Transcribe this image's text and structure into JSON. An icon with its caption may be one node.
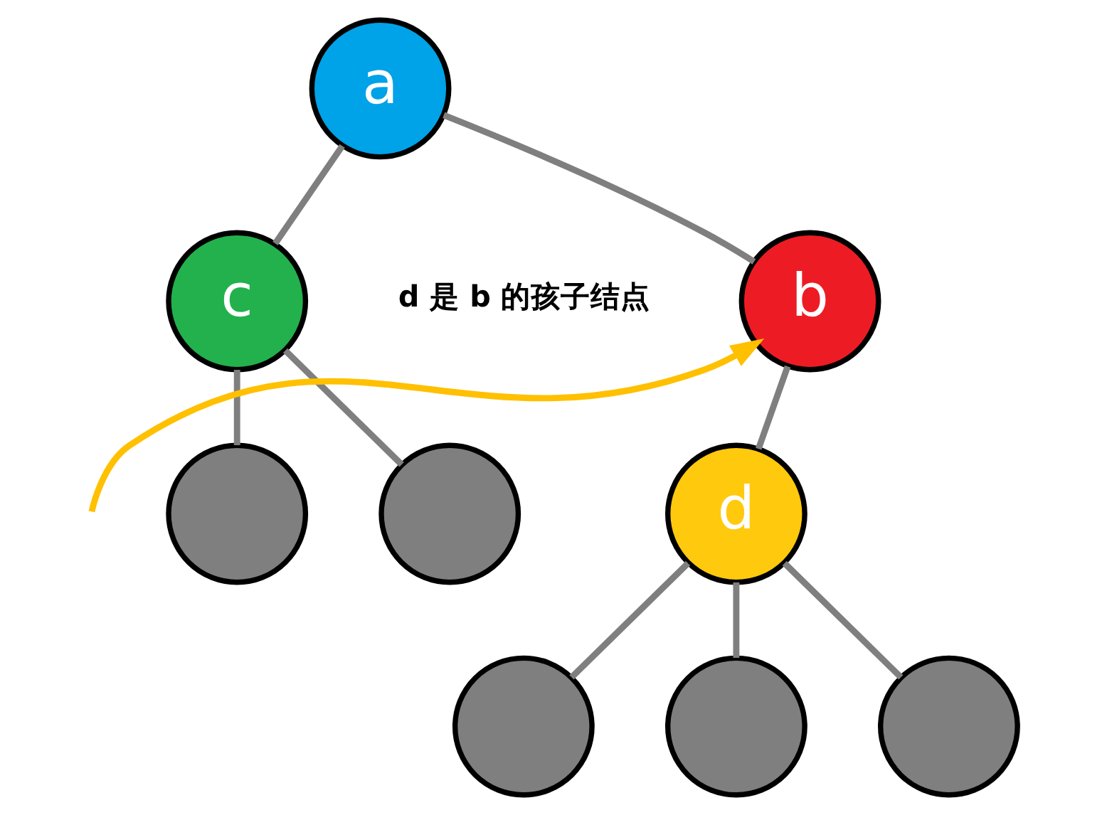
{
  "diagram": {
    "nodes": [
      {
        "text": [
          "a"
        ]
      },
      {
        "text": [
          "b"
        ]
      },
      {
        "text": [
          "c"
        ]
      },
      {
        "text": [
          "d"
        ]
      },
      {
        "text": [],
        "shape": "circle"
      },
      {
        "text": [],
        "shape": "circle"
      },
      {
        "text": [],
        "shape": "circle"
      },
      {
        "text": [],
        "shape": "circle"
      },
      {
        "text": [],
        "shape": "circle"
      }
    ],
    "edges": [
      {
        "from": 0,
        "to": 1,
        "arrow": "none"
      },
      {
        "from": 0,
        "to": 2,
        "arrow": "none"
      },
      {
        "from": 1,
        "to": 3,
        "arrow": "none"
      },
      {
        "from": 2,
        "to": 4,
        "arrow": "none"
      },
      {
        "from": 2,
        "to": 5,
        "arrow": "none"
      },
      {
        "from": 3,
        "to": 6,
        "arrow": "none"
      },
      {
        "from": 3,
        "to": 7,
        "arrow": "none"
      },
      {
        "from": 3,
        "to": 8,
        "arrow": "none"
      },
      {
        "from": null,
        "to": 1,
        "arrow": "to",
        "color": "#ffc000"
      }
    ],
    "labels": [
      "d 是 b 的孩子结点"
    ]
  }
}
